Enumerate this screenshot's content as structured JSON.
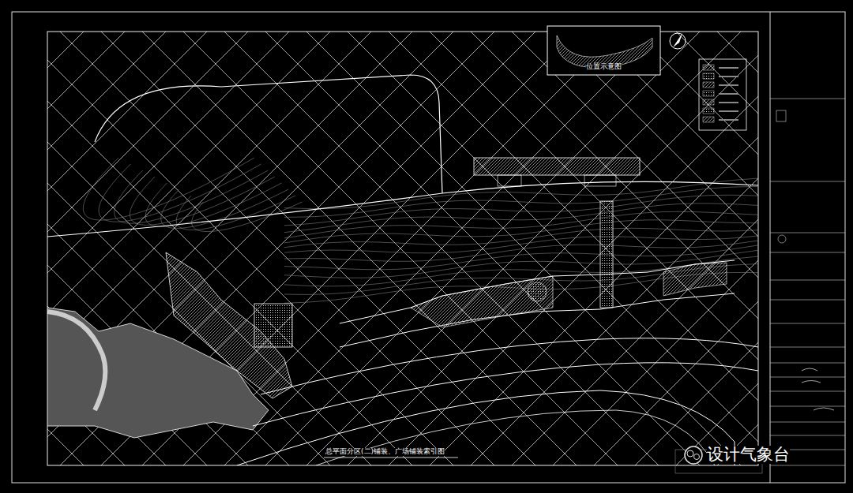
{
  "diagram": {
    "title": "总平面分区(二)铺装、广场铺装索引图",
    "labels": [
      "位置示意图",
      "设计气象台"
    ]
  }
}
